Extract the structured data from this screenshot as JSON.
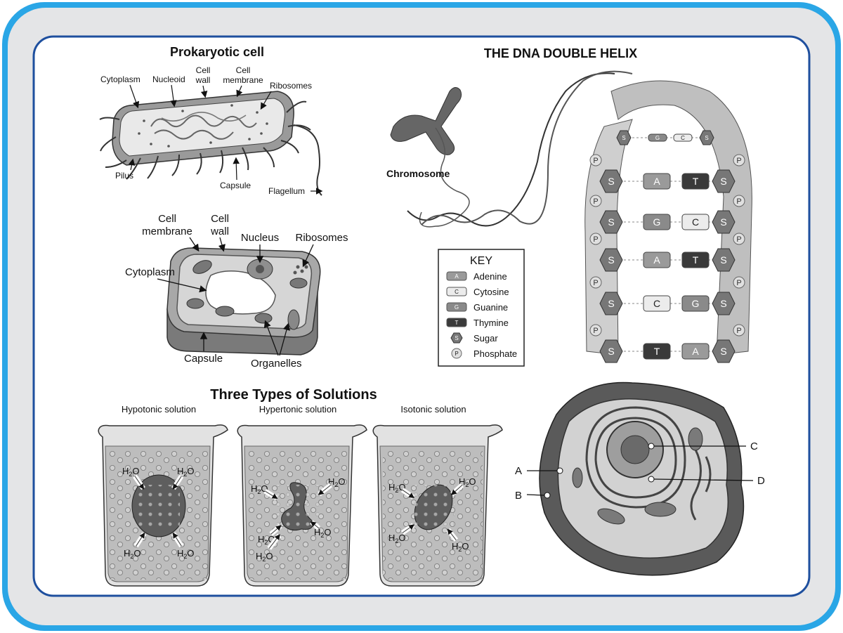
{
  "colors": {
    "frame_outer": "#2aa6e6",
    "frame_inner": "#1e4f9e",
    "panel_bg": "#e4e5e7"
  },
  "prokaryote": {
    "title": "Prokaryotic cell",
    "labels": {
      "cytoplasm": "Cytoplasm",
      "nucleoid": "Nucleoid",
      "cell_wall_1": "Cell",
      "cell_wall_2": "wall",
      "cell_membrane_1": "Cell",
      "cell_membrane_2": "membrane",
      "ribosomes": "Ribosomes",
      "pilus": "Pilus",
      "capsule": "Capsule",
      "flagellum": "Flagellum"
    }
  },
  "plant_cell": {
    "labels": {
      "cell_membrane_1": "Cell",
      "cell_membrane_2": "membrane",
      "cell_wall_1": "Cell",
      "cell_wall_2": "wall",
      "nucleus": "Nucleus",
      "ribosomes": "Ribosomes",
      "cytoplasm": "Cytoplasm",
      "capsule": "Capsule",
      "organelles": "Organelles"
    }
  },
  "dna": {
    "title": "THE DNA DOUBLE HELIX",
    "chromosome": "Chromosome",
    "key_title": "KEY",
    "key": [
      {
        "letter": "A",
        "label": "Adenine"
      },
      {
        "letter": "C",
        "label": "Cytosine"
      },
      {
        "letter": "G",
        "label": "Guanine"
      },
      {
        "letter": "T",
        "label": "Thymine"
      },
      {
        "letter": "S",
        "label": "Sugar"
      },
      {
        "letter": "P",
        "label": "Phosphate"
      }
    ],
    "pairs": [
      {
        "left": "G",
        "right": "C"
      },
      {
        "left": "A",
        "right": "T"
      },
      {
        "left": "G",
        "right": "C"
      },
      {
        "left": "A",
        "right": "T"
      },
      {
        "left": "C",
        "right": "G"
      },
      {
        "left": "T",
        "right": "A"
      }
    ],
    "sugar": "S",
    "phosphate": "P"
  },
  "solutions": {
    "title": "Three Types of Solutions",
    "beakers": [
      {
        "label": "Hypotonic solution"
      },
      {
        "label": "Hypertonic solution"
      },
      {
        "label": "Isotonic solution"
      }
    ],
    "water": "H",
    "water_sub": "2",
    "water_o": "O"
  },
  "animal_cell": {
    "labels": {
      "a": "A",
      "b": "B",
      "c": "C",
      "d": "D"
    }
  }
}
